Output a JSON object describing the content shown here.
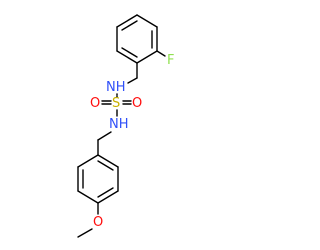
{
  "molecule": {
    "labels": {
      "fluorine": "F",
      "amine_top": "NH",
      "oxygen_left": "O",
      "sulfur": "S",
      "oxygen_right": "O",
      "amine_bottom": "NH",
      "oxygen_methoxy": "O"
    },
    "colors": {
      "bond": "#000000",
      "fluorine": "#90e050",
      "nitrogen": "#3050f8",
      "oxygen": "#ff0d0d",
      "sulfur": "#c8b000"
    }
  }
}
